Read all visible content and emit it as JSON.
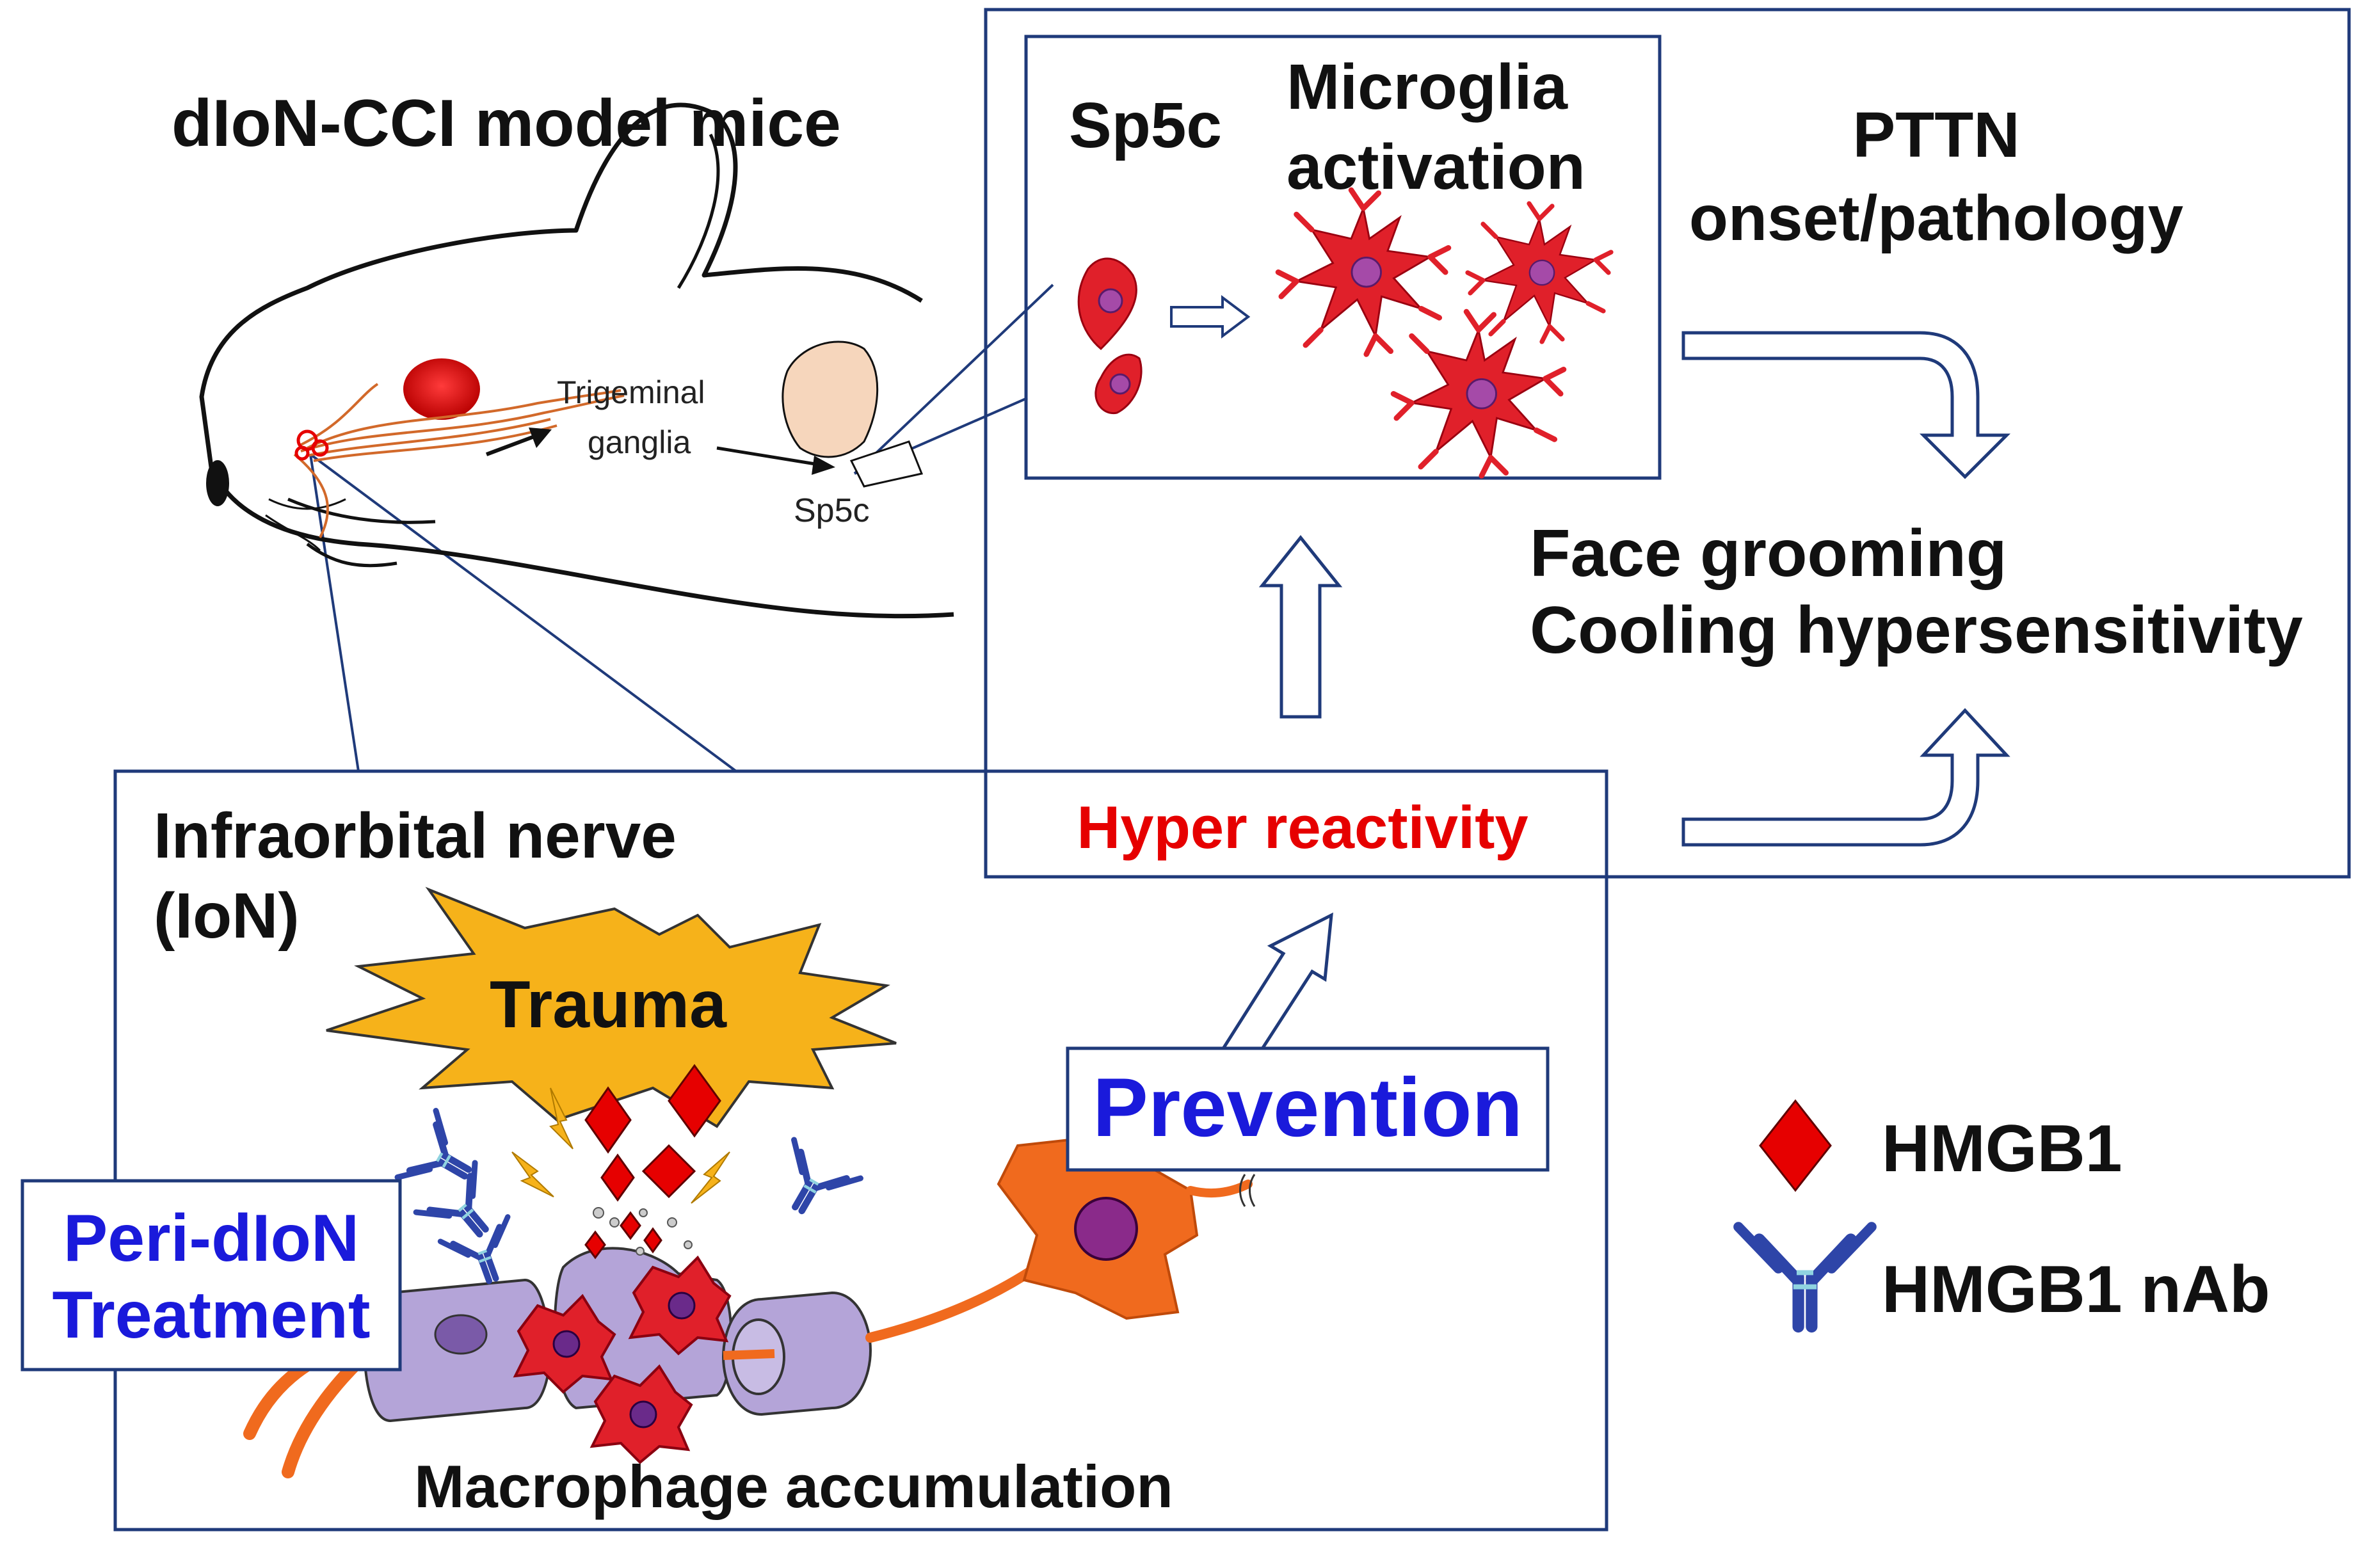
{
  "texts": {
    "model_title": "dIoN-CCI model mice",
    "trigeminal_line1": "Trigeminal",
    "trigeminal_line2": "ganglia",
    "sp5c_small": "Sp5c",
    "sp5c": "Sp5c",
    "microglia_line1": "Microglia",
    "microglia_line2": "activation",
    "pttn_line1": "PTTN",
    "pttn_line2": "onset/pathology",
    "face_grooming": "Face grooming",
    "cooling": "Cooling hypersensitivity",
    "hyper_reactivity": "Hyper reactivity",
    "ion_line1": "Infraorbital nerve",
    "ion_line2": "(IoN)",
    "trauma": "Trauma",
    "prevention": "Prevention",
    "peri_line1": "Peri-dIoN",
    "peri_line2": "Treatment",
    "macrophage_accumulation": "Macrophage accumulation",
    "legend_hmgb1": "HMGB1",
    "legend_nab": "HMGB1 nAb"
  },
  "colors": {
    "frame": "#1f3a7a",
    "cell_red": "#e0202a",
    "hmgb1_red": "#e60000",
    "trauma_fill": "#f6b21a",
    "antibody_blue": "#2e45a8",
    "antibody_light": "#8fd3e0",
    "macrophage_orange": "#f06a1e",
    "nerve_purple": "#b4a4d8",
    "nucleus_purple": "#8a2a8a",
    "hyper_text": "#e60000",
    "blue_text": "#1a1adb"
  }
}
